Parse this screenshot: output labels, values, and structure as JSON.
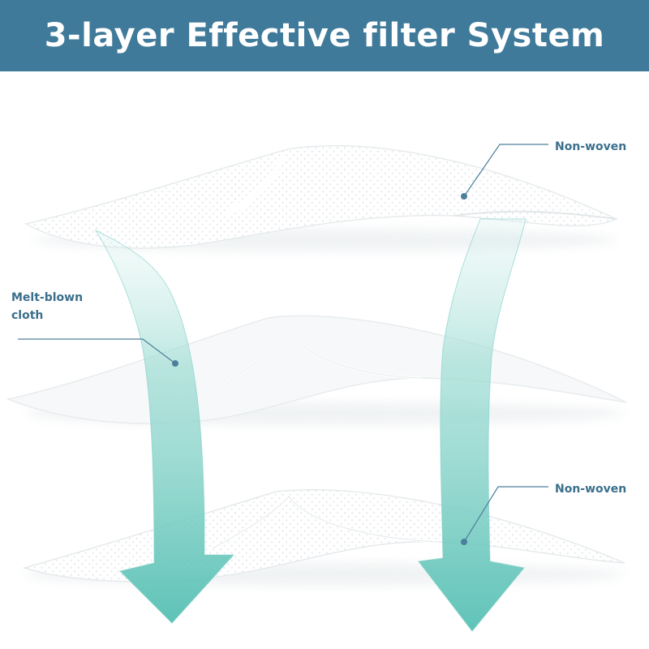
{
  "header": {
    "title": "3-layer Effective filter System",
    "background_color": "#3f7a9a",
    "text_color": "#ffffff"
  },
  "layers": [
    {
      "label": "Non-woven",
      "position": "top"
    },
    {
      "label": "Melt-blown cloth",
      "position": "middle"
    },
    {
      "label": "Non-woven",
      "position": "bottom"
    }
  ],
  "colors": {
    "label_text": "#3b6f8c",
    "leader_line": "#4d7f9c",
    "arrow": "#5ec2b6",
    "fabric": "#f4f6f7"
  },
  "icons": [
    "down-arrow-icon",
    "down-arrow-icon"
  ]
}
